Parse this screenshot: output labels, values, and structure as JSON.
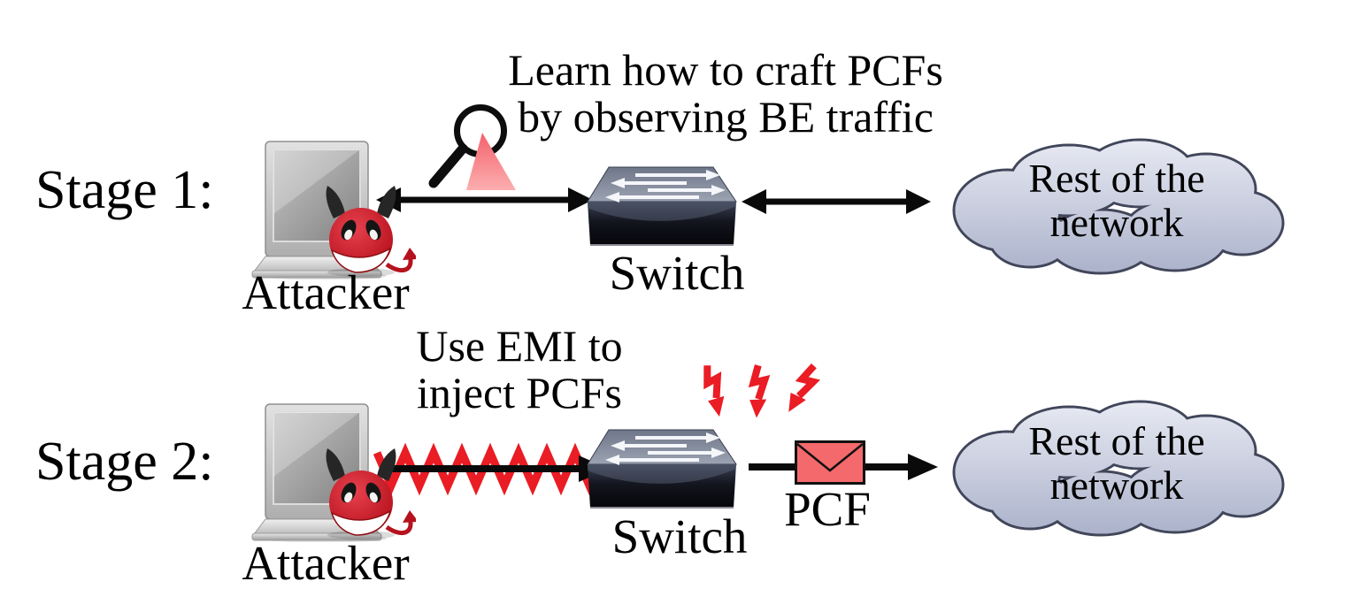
{
  "stage1": {
    "label": "Stage 1:",
    "annotation": [
      "Learn how to craft PCFs",
      "by observing BE traffic"
    ],
    "attacker_label": "Attacker",
    "switch_label": "Switch",
    "cloud_label": [
      "Rest of the",
      "network"
    ]
  },
  "stage2": {
    "label": "Stage 2:",
    "annotation": [
      "Use EMI to",
      "inject PCFs"
    ],
    "attacker_label": "Attacker",
    "switch_label": "Switch",
    "pcf_label": "PCF",
    "cloud_label": [
      "Rest of the",
      "network"
    ]
  },
  "icon_names": [
    "attacker-computer-icon",
    "devil-icon",
    "magnifier-icon",
    "observation-beam-icon",
    "switch-icon",
    "network-cloud-shape",
    "envelope-icon",
    "lightning-bolt-icon",
    "bidirectional-arrow",
    "emi-zigzag-arrow",
    "forward-arrow"
  ],
  "colors": {
    "background": "#ffffff",
    "text": "#000000",
    "arrow_black": "#0a0a0a",
    "emi_red": "#ea1c24",
    "envelope_fill": "#f4696b",
    "devil_red": "#c41a24",
    "beam_pink": "#f7868c",
    "switch_top": "#747c90",
    "switch_front": "#0a0a12",
    "cloud_fill_light": "#eef0f7",
    "cloud_fill_dark": "#a9b0c9",
    "cloud_outline": "#41465a",
    "laptop_gray": "#c9c9c9"
  }
}
